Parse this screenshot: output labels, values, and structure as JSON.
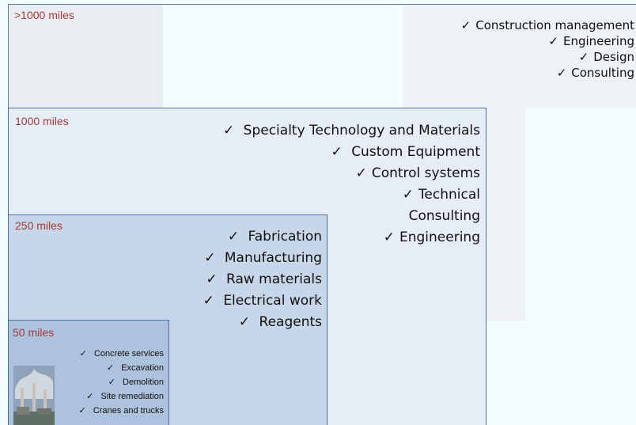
{
  "zones": [
    {
      "label": ">1000 miles",
      "items": [
        "Construction management",
        "Engineering",
        "Design",
        "Consulting"
      ]
    },
    {
      "label": "1000 miles",
      "items": [
        "Specialty Technology and Materials",
        "Custom Equipment",
        "Control systems",
        "Technical",
        "Consulting",
        "Engineering"
      ]
    },
    {
      "label": "250 miles",
      "items": [
        "Fabrication",
        "Manufacturing",
        "Raw materials",
        "Electrical work",
        "Reagents"
      ]
    },
    {
      "label": "50 miles",
      "items": [
        "Concrete services",
        "Excavation",
        "Demolition",
        "Site remediation",
        "Cranes and trucks"
      ]
    }
  ],
  "check_glyph": "✓",
  "colors": {
    "label": "#a33a3a",
    "border": "#4a72a8"
  },
  "icons": [
    "factory-smokestacks-image"
  ]
}
